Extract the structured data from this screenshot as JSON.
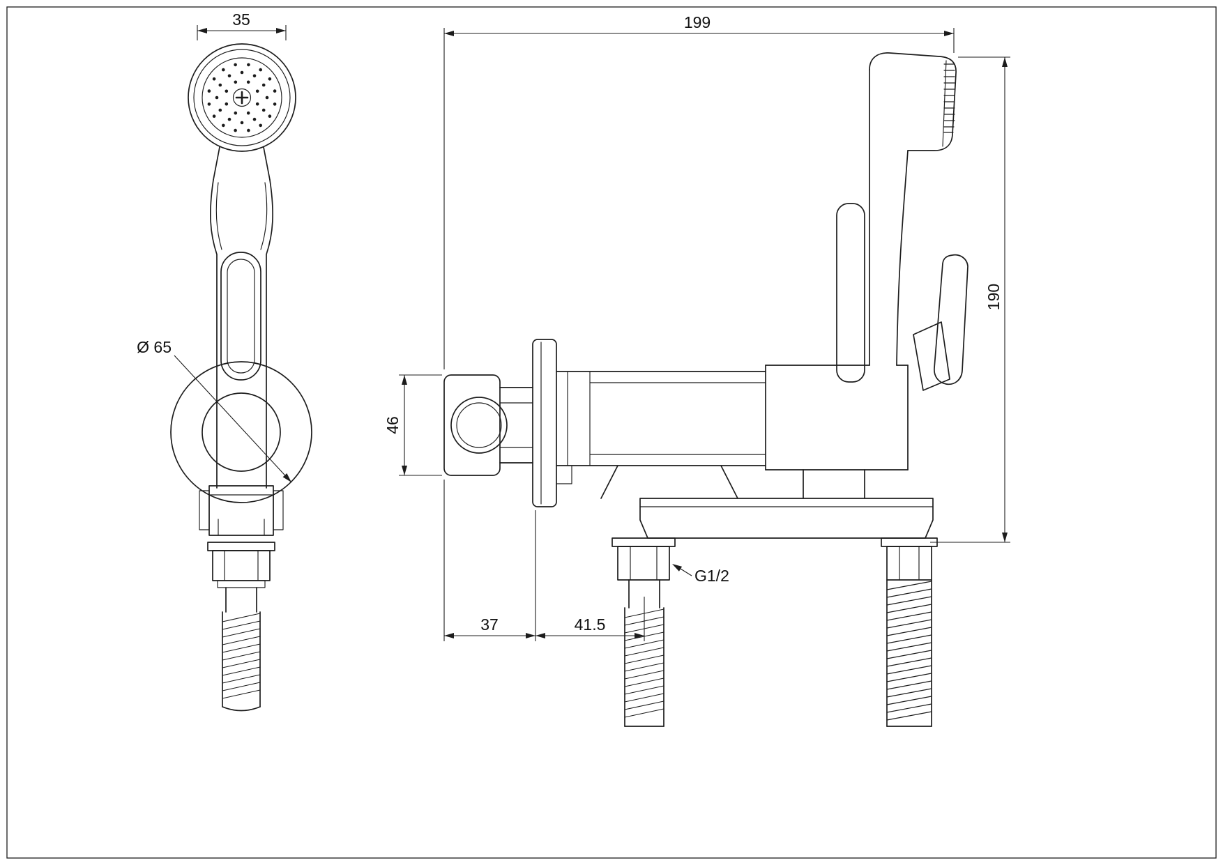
{
  "drawing": {
    "dimensions": {
      "head_width": "35",
      "overall_width": "199",
      "overall_height": "190",
      "inlet_plate_height": "46",
      "holder_diameter": "Ø 65",
      "wall_to_inlet": "37",
      "inlet_to_outlet": "41.5",
      "thread": "G1/2"
    }
  }
}
